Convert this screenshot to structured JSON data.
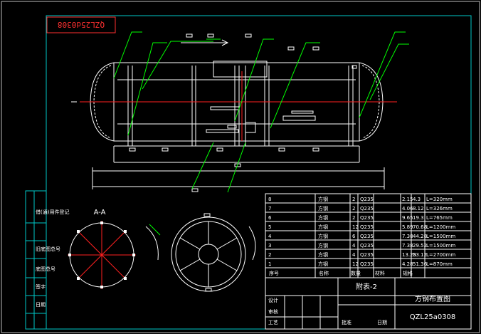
{
  "drawing": {
    "title_block": {
      "stamp_code": "QZL25d0308",
      "drawing_code": "QZL25a0308",
      "attachment": "附表-2",
      "drawing_name": "方钢布置图",
      "header_row": [
        "序号",
        "名称",
        "数量",
        "材料",
        "规格"
      ],
      "signatures": [
        "设计",
        "审核",
        "工艺",
        "批准",
        "日期"
      ]
    },
    "section_label": "A-A",
    "side_labels": [
      "借(通)用件登记",
      "旧底图总号",
      "底图总号",
      "签字",
      "日期"
    ],
    "bom": [
      {
        "no": "8",
        "name": "方钢",
        "qty": "2",
        "material": "Q235",
        "w1": "2.15",
        "w2": "4.3",
        "spec": "L=320mm"
      },
      {
        "no": "7",
        "name": "方钢",
        "qty": "2",
        "material": "Q235",
        "w1": "4.06",
        "w2": "8.12",
        "spec": "L=326mm"
      },
      {
        "no": "6",
        "name": "方钢",
        "qty": "2",
        "material": "Q235",
        "w1": "9.65",
        "w2": "19.3",
        "spec": "L=765mm"
      },
      {
        "no": "5",
        "name": "方钢",
        "qty": "12",
        "material": "Q235",
        "w1": "5.89",
        "w2": "70.68",
        "spec": "L=1200mm"
      },
      {
        "no": "4",
        "name": "方钢",
        "qty": "6",
        "material": "Q235",
        "w1": "7.38",
        "w2": "44.28",
        "spec": "L=1500mm"
      },
      {
        "no": "3",
        "name": "方钢",
        "qty": "4",
        "material": "Q235",
        "w1": "7.38",
        "w2": "29.52",
        "spec": "L=1500mm"
      },
      {
        "no": "2",
        "name": "方钢",
        "qty": "4",
        "material": "Q235",
        "w1": "13.28",
        "w2": "53.12",
        "spec": "L=2700mm"
      },
      {
        "no": "1",
        "name": "方钢",
        "qty": "12",
        "material": "Q235",
        "w1": "4.28",
        "w2": "51.36",
        "spec": "L=870mm"
      }
    ],
    "colors": {
      "background": "#000000",
      "line": "#ffffff",
      "frame": "#00c8c8",
      "leader": "#00ff00",
      "center": "#ff2020"
    }
  }
}
